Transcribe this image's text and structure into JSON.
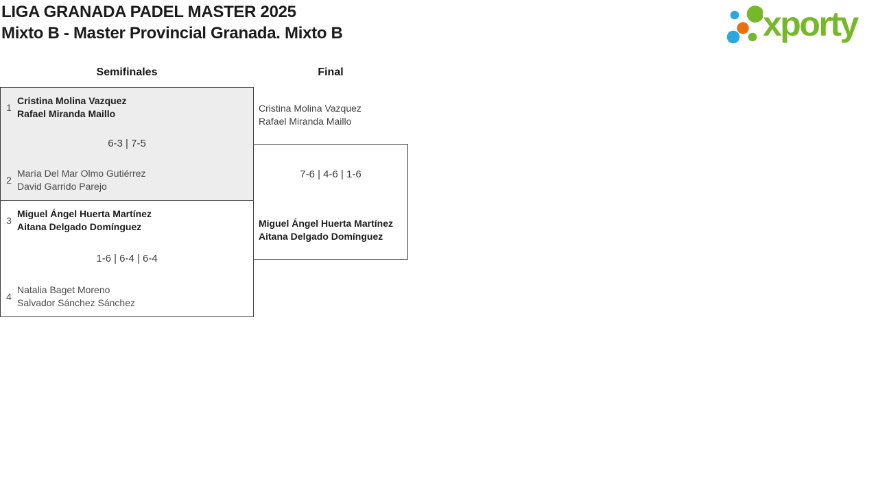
{
  "header": {
    "title_line1": "LIGA GRANADA PADEL MASTER 2025",
    "title_line2": "Mixto B - Master Provincial Granada. Mixto B"
  },
  "logo": {
    "brand": "xporty",
    "colors": {
      "green": "#76b82a",
      "blue": "#29a8e0",
      "orange": "#e87211"
    }
  },
  "bracket": {
    "rounds": [
      {
        "label": "Semifinales"
      },
      {
        "label": "Final"
      }
    ],
    "semifinals": [
      {
        "highlighted": true,
        "top": {
          "seed": "1",
          "players": [
            "Cristina Molina Vazquez",
            "Rafael Miranda Maillo"
          ],
          "winner": true
        },
        "score": "6-3 | 7-5",
        "bottom": {
          "seed": "2",
          "players": [
            "María Del Mar Olmo Gutiérrez",
            "David Garrido Parejo"
          ],
          "winner": false
        }
      },
      {
        "highlighted": false,
        "top": {
          "seed": "3",
          "players": [
            "Miguel Ángel Huerta Martínez",
            "Aitana Delgado Domínguez"
          ],
          "winner": true
        },
        "score": "1-6 | 6-4 | 6-4",
        "bottom": {
          "seed": "4",
          "players": [
            "Natalia Baget Moreno",
            "Salvador Sánchez Sánchez"
          ],
          "winner": false
        }
      }
    ],
    "final": {
      "top": {
        "players": [
          "Cristina Molina Vazquez",
          "Rafael Miranda Maillo"
        ],
        "winner": false
      },
      "score": "7-6 | 4-6 | 1-6",
      "bottom": {
        "players": [
          "Miguel Ángel Huerta Martínez",
          "Aitana Delgado Domínguez"
        ],
        "winner": true
      }
    }
  },
  "ui_colors": {
    "highlight_match_bg": "#ededed",
    "box_border": "#3a3a3a",
    "winner_text": "#1c1c1c",
    "regular_text": "#4a4a4a"
  }
}
